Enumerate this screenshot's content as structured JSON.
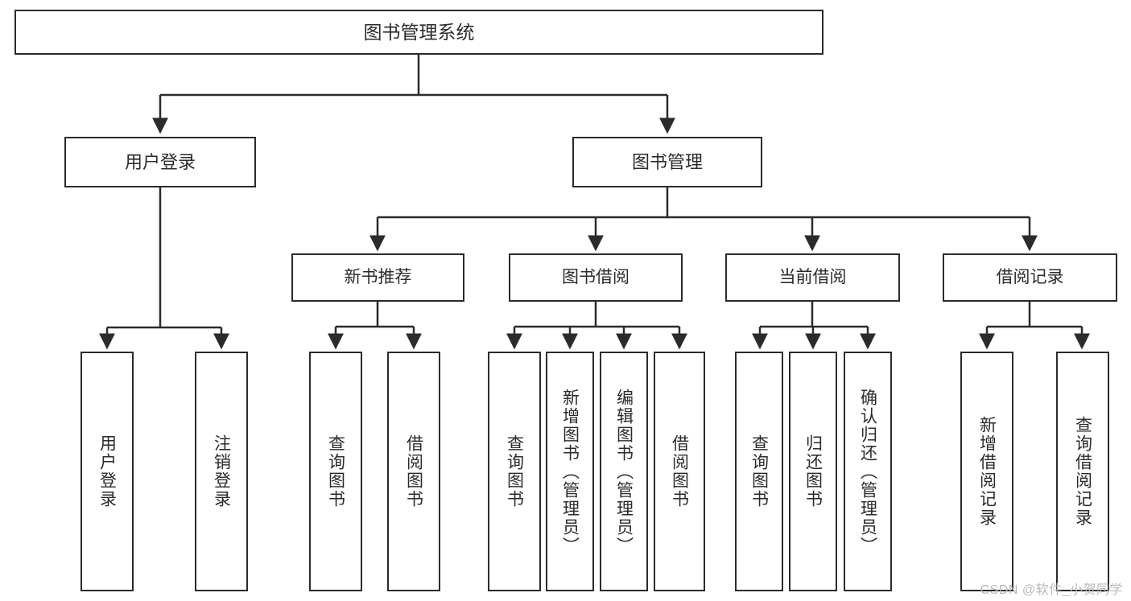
{
  "diagram": {
    "title": "图书管理系统",
    "type": "hierarchy-tree",
    "watermark": "CSDN @软件_小贺同学",
    "colors": {
      "stroke": "#2b2b2b",
      "fill": "#ffffff",
      "text": "#2b2b2b",
      "watermark": "#b9b9b9"
    },
    "nodes": {
      "root": {
        "label": "图书管理系统"
      },
      "level2": [
        {
          "label": "用户登录"
        },
        {
          "label": "图书管理"
        }
      ],
      "level3": [
        {
          "label": "新书推荐"
        },
        {
          "label": "图书借阅"
        },
        {
          "label": "当前借阅"
        },
        {
          "label": "借阅记录"
        }
      ],
      "leaves": {
        "user_login": [
          {
            "label": "用户登录"
          },
          {
            "label": "注销登录"
          }
        ],
        "new_book_recommend": [
          {
            "label": "查询图书"
          },
          {
            "label": "借阅图书"
          }
        ],
        "book_borrow": [
          {
            "label": "查询图书"
          },
          {
            "label": "新增图书（管理员）"
          },
          {
            "label": "编辑图书（管理员）"
          },
          {
            "label": "借阅图书"
          }
        ],
        "current_borrow": [
          {
            "label": "查询图书"
          },
          {
            "label": "归还图书"
          },
          {
            "label": "确认归还（管理员）"
          }
        ],
        "borrow_record": [
          {
            "label": "新增借阅记录"
          },
          {
            "label": "查询借阅记录"
          }
        ]
      }
    }
  }
}
